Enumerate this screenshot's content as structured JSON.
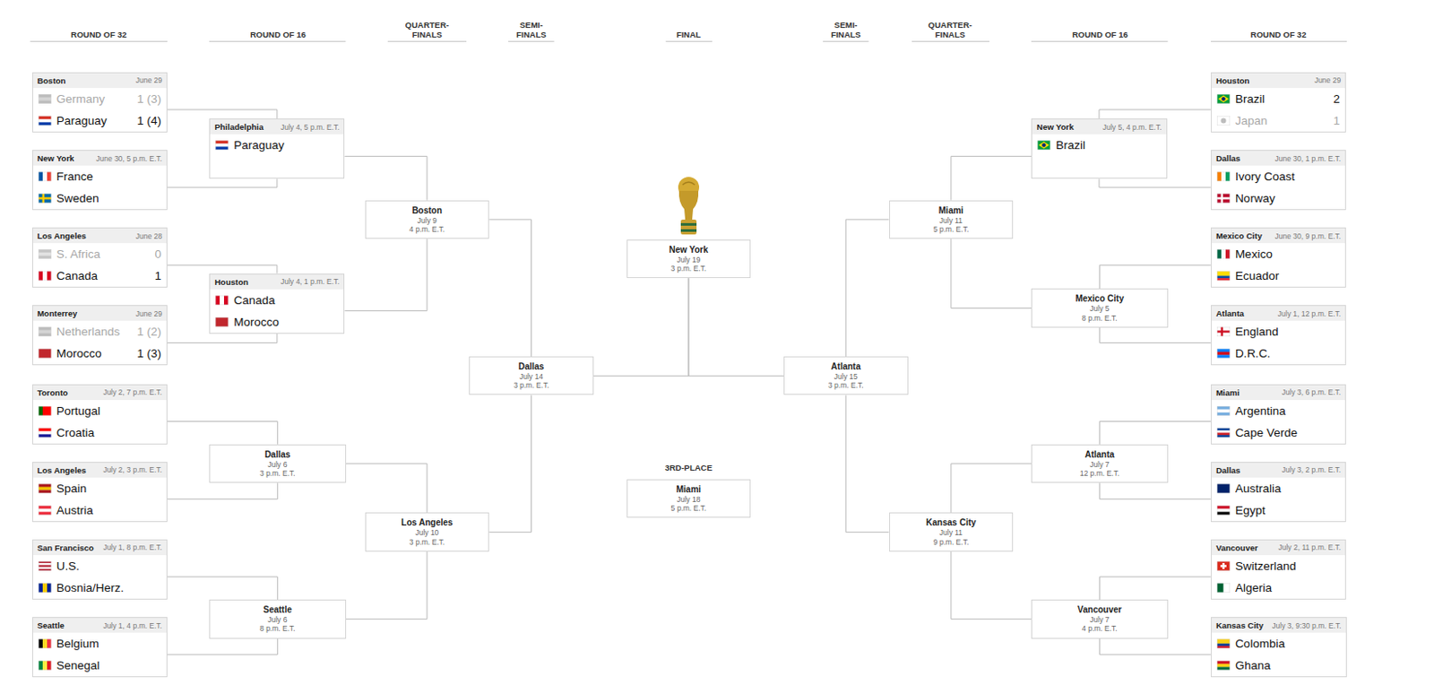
{
  "diagram": {
    "nodes": [
      {
        "text": [
          "Boston",
          "June 29",
          "Germany",
          "1 (3)",
          "Paraguay",
          "1 (4)"
        ]
      },
      {
        "text": [
          "New York",
          "June 30, 5 p.m. E.T.",
          "France",
          "Sweden"
        ]
      },
      {
        "text": [
          "Los Angeles",
          "June 28",
          "S. Africa",
          "0",
          "Canada",
          "1"
        ]
      },
      {
        "text": [
          "Monterrey",
          "June 29",
          "Netherlands",
          "1 (2)",
          "Morocco",
          "1 (3)"
        ]
      },
      {
        "text": [
          "Toronto",
          "July 2, 7 p.m. E.T.",
          "Portugal",
          "Croatia"
        ]
      },
      {
        "text": [
          "Los Angeles",
          "July 2, 3 p.m. E.T.",
          "Spain",
          "Austria"
        ]
      },
      {
        "text": [
          "San Francisco",
          "July 1, 8 p.m. E.T.",
          "U.S.",
          "Bosnia/Herz."
        ]
      },
      {
        "text": [
          "Seattle",
          "July 1, 4 p.m. E.T.",
          "Belgium",
          "Senegal"
        ]
      },
      {
        "text": [
          "Philadelphia",
          "July 4, 5 p.m. E.T.",
          "Paraguay"
        ]
      },
      {
        "text": [
          "Houston",
          "July 4, 1 p.m. E.T.",
          "Canada",
          "Morocco"
        ]
      },
      {
        "text": [
          "Dallas",
          "July 6",
          "3 p.m. E.T."
        ]
      },
      {
        "text": [
          "Seattle",
          "July 6",
          "8 p.m. E.T."
        ]
      },
      {
        "text": [
          "Boston",
          "July 9",
          "4 p.m. E.T."
        ]
      },
      {
        "text": [
          "Los Angeles",
          "July 10",
          "3 p.m. E.T."
        ]
      },
      {
        "text": [
          "Dallas",
          "July 14",
          "3 p.m. E.T."
        ]
      },
      {
        "text": [
          "New York",
          "July 19",
          "3 p.m. E.T."
        ]
      },
      {
        "text": [
          "3RD-PLACE",
          "Miami",
          "July 18",
          "5 p.m. E.T."
        ]
      },
      {
        "text": [
          "Atlanta",
          "July 15",
          "3 p.m. E.T."
        ]
      },
      {
        "text": [
          "Miami",
          "July 11",
          "5 p.m. E.T."
        ]
      },
      {
        "text": [
          "Kansas City",
          "July 11",
          "9 p.m. E.T."
        ]
      },
      {
        "text": [
          "New York",
          "July 5, 4 p.m. E.T.",
          "Brazil"
        ]
      },
      {
        "text": [
          "Mexico City",
          "July 5",
          "8 p.m. E.T."
        ]
      },
      {
        "text": [
          "Atlanta",
          "July 7",
          "12 p.m. E.T."
        ]
      },
      {
        "text": [
          "Vancouver",
          "July 7",
          "4 p.m. E.T."
        ]
      },
      {
        "text": [
          "Houston",
          "June 29",
          "Brazil",
          "2",
          "Japan",
          "1"
        ]
      },
      {
        "text": [
          "Dallas",
          "June 30, 1 p.m. E.T.",
          "Ivory Coast",
          "Norway"
        ]
      },
      {
        "text": [
          "Mexico City",
          "June 30, 9 p.m. E.T.",
          "Mexico",
          "Ecuador"
        ]
      },
      {
        "text": [
          "Atlanta",
          "July 1, 12 p.m. E.T.",
          "England",
          "D.R.C."
        ]
      },
      {
        "text": [
          "Miami",
          "July 3, 6 p.m. E.T.",
          "Argentina",
          "Cape Verde"
        ]
      },
      {
        "text": [
          "Dallas",
          "July 3, 2 p.m. E.T.",
          "Australia",
          "Egypt"
        ]
      },
      {
        "text": [
          "Vancouver",
          "July 2, 11 p.m. E.T.",
          "Switzerland",
          "Algeria"
        ]
      },
      {
        "text": [
          "Kansas City",
          "July 3, 9:30 p.m. E.T.",
          "Colombia",
          "Ghana"
        ]
      }
    ],
    "edges": [
      {
        "from": 0,
        "to": 8,
        "arrow": "none"
      },
      {
        "from": 1,
        "to": 8,
        "arrow": "none"
      },
      {
        "from": 2,
        "to": 9,
        "arrow": "none"
      },
      {
        "from": 3,
        "to": 9,
        "arrow": "none"
      },
      {
        "from": 4,
        "to": 10,
        "arrow": "none"
      },
      {
        "from": 5,
        "to": 10,
        "arrow": "none"
      },
      {
        "from": 6,
        "to": 11,
        "arrow": "none"
      },
      {
        "from": 7,
        "to": 11,
        "arrow": "none"
      },
      {
        "from": 8,
        "to": 12,
        "arrow": "none"
      },
      {
        "from": 9,
        "to": 12,
        "arrow": "none"
      },
      {
        "from": 10,
        "to": 13,
        "arrow": "none"
      },
      {
        "from": 11,
        "to": 13,
        "arrow": "none"
      },
      {
        "from": 12,
        "to": 14,
        "arrow": "none"
      },
      {
        "from": 13,
        "to": 14,
        "arrow": "none"
      },
      {
        "from": 14,
        "to": 15,
        "arrow": "none"
      },
      {
        "from": 17,
        "to": 15,
        "arrow": "none"
      },
      {
        "from": 18,
        "to": 17,
        "arrow": "none"
      },
      {
        "from": 19,
        "to": 17,
        "arrow": "none"
      },
      {
        "from": 20,
        "to": 18,
        "arrow": "none"
      },
      {
        "from": 21,
        "to": 18,
        "arrow": "none"
      },
      {
        "from": 22,
        "to": 19,
        "arrow": "none"
      },
      {
        "from": 23,
        "to": 19,
        "arrow": "none"
      },
      {
        "from": 24,
        "to": 20,
        "arrow": "none"
      },
      {
        "from": 25,
        "to": 20,
        "arrow": "none"
      },
      {
        "from": 26,
        "to": 21,
        "arrow": "none"
      },
      {
        "from": 27,
        "to": 21,
        "arrow": "none"
      },
      {
        "from": 28,
        "to": 22,
        "arrow": "none"
      },
      {
        "from": 29,
        "to": 22,
        "arrow": "none"
      },
      {
        "from": 30,
        "to": 23,
        "arrow": "none"
      },
      {
        "from": 31,
        "to": 23,
        "arrow": "none"
      }
    ],
    "labels": [
      "ROUND OF 32",
      "ROUND OF 16",
      "QUARTER-FINALS",
      "SEMI-FINALS",
      "FINAL",
      "SEMI-FINALS",
      "QUARTER-FINALS",
      "ROUND OF 16",
      "ROUND OF 32"
    ]
  }
}
